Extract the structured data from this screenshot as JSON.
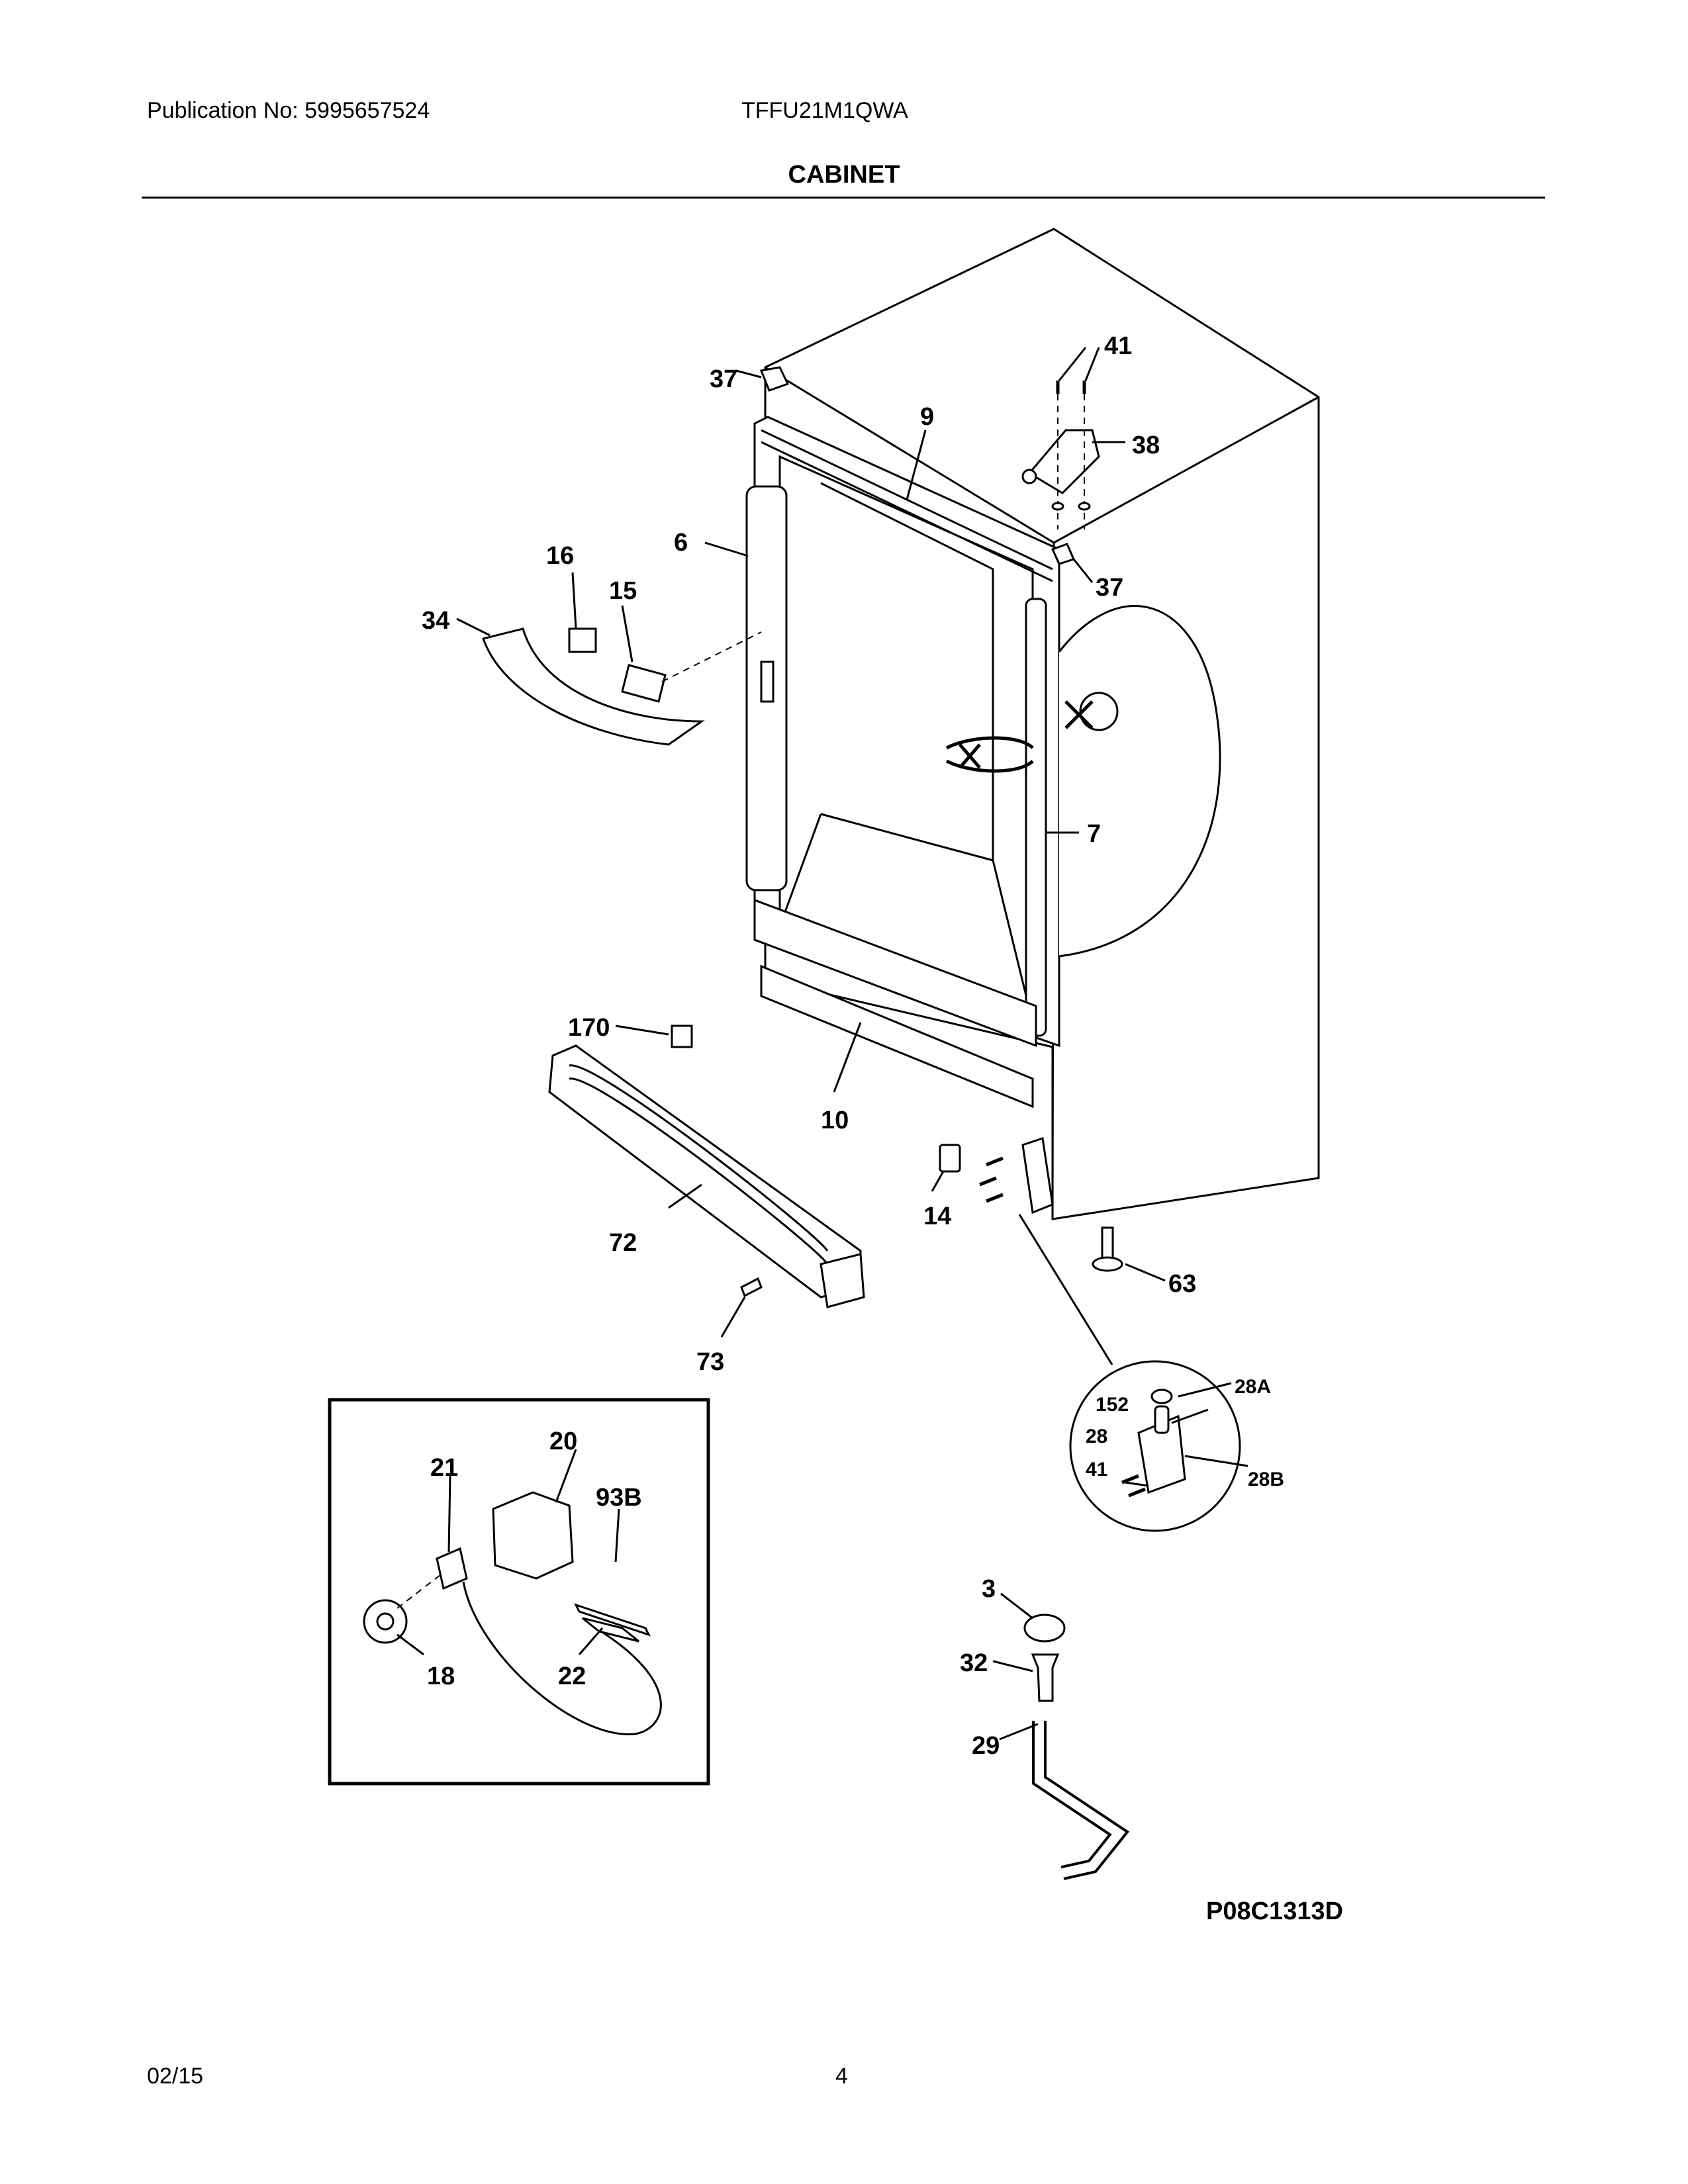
{
  "header": {
    "publication": "Publication No: 5995657524",
    "model": "TFFU21M1QWA"
  },
  "title": "CABINET",
  "diagram_code": "P08C1313D",
  "footer": {
    "date": "02/15",
    "page": "4"
  },
  "callouts": {
    "c37a": "37",
    "c41": "41",
    "c9": "9",
    "c38": "38",
    "c6": "6",
    "c16": "16",
    "c15": "15",
    "c34": "34",
    "c37b": "37",
    "c7": "7",
    "c170": "170",
    "c10": "10",
    "c14": "14",
    "c72": "72",
    "c63": "63",
    "c73": "73",
    "c152": "152",
    "c28A": "28A",
    "c28": "28",
    "c41b": "41",
    "c28B": "28B",
    "c20": "20",
    "c21": "21",
    "c93B": "93B",
    "c18": "18",
    "c22": "22",
    "c3": "3",
    "c32": "32",
    "c29": "29"
  }
}
